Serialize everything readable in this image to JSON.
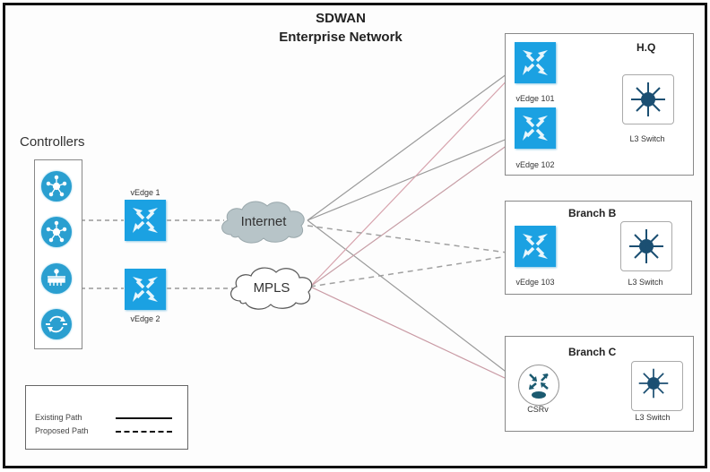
{
  "title": {
    "line1": "SDWAN",
    "line2": "Enterprise Network"
  },
  "controllers": {
    "label": "Controllers",
    "icons": [
      "vsmart-controller-icon",
      "vsmart-controller-icon",
      "vmanage-icon",
      "vbond-orchestrator-icon"
    ]
  },
  "edges": {
    "vedge1": "vEdge 1",
    "vedge2": "vEdge 2"
  },
  "transports": {
    "internet": "Internet",
    "mpls": "MPLS"
  },
  "sites": {
    "hq": {
      "title": "H.Q",
      "router1": "vEdge 101",
      "router2": "vEdge 102",
      "switch": "L3 Switch"
    },
    "branch_b": {
      "title": "Branch B",
      "router": "vEdge 103",
      "switch": "L3 Switch"
    },
    "branch_c": {
      "title": "Branch C",
      "router": "CSRv",
      "switch": "L3 Switch"
    }
  },
  "legend": {
    "existing": "Existing Path",
    "proposed": "Proposed Path"
  },
  "colors": {
    "router_blue": "#1ba1e2",
    "switch_navy": "#1b4f72",
    "internet_cloud": "#b7c4c8",
    "existing_line": "#999999",
    "mpls_line": "#d7a3ad"
  }
}
